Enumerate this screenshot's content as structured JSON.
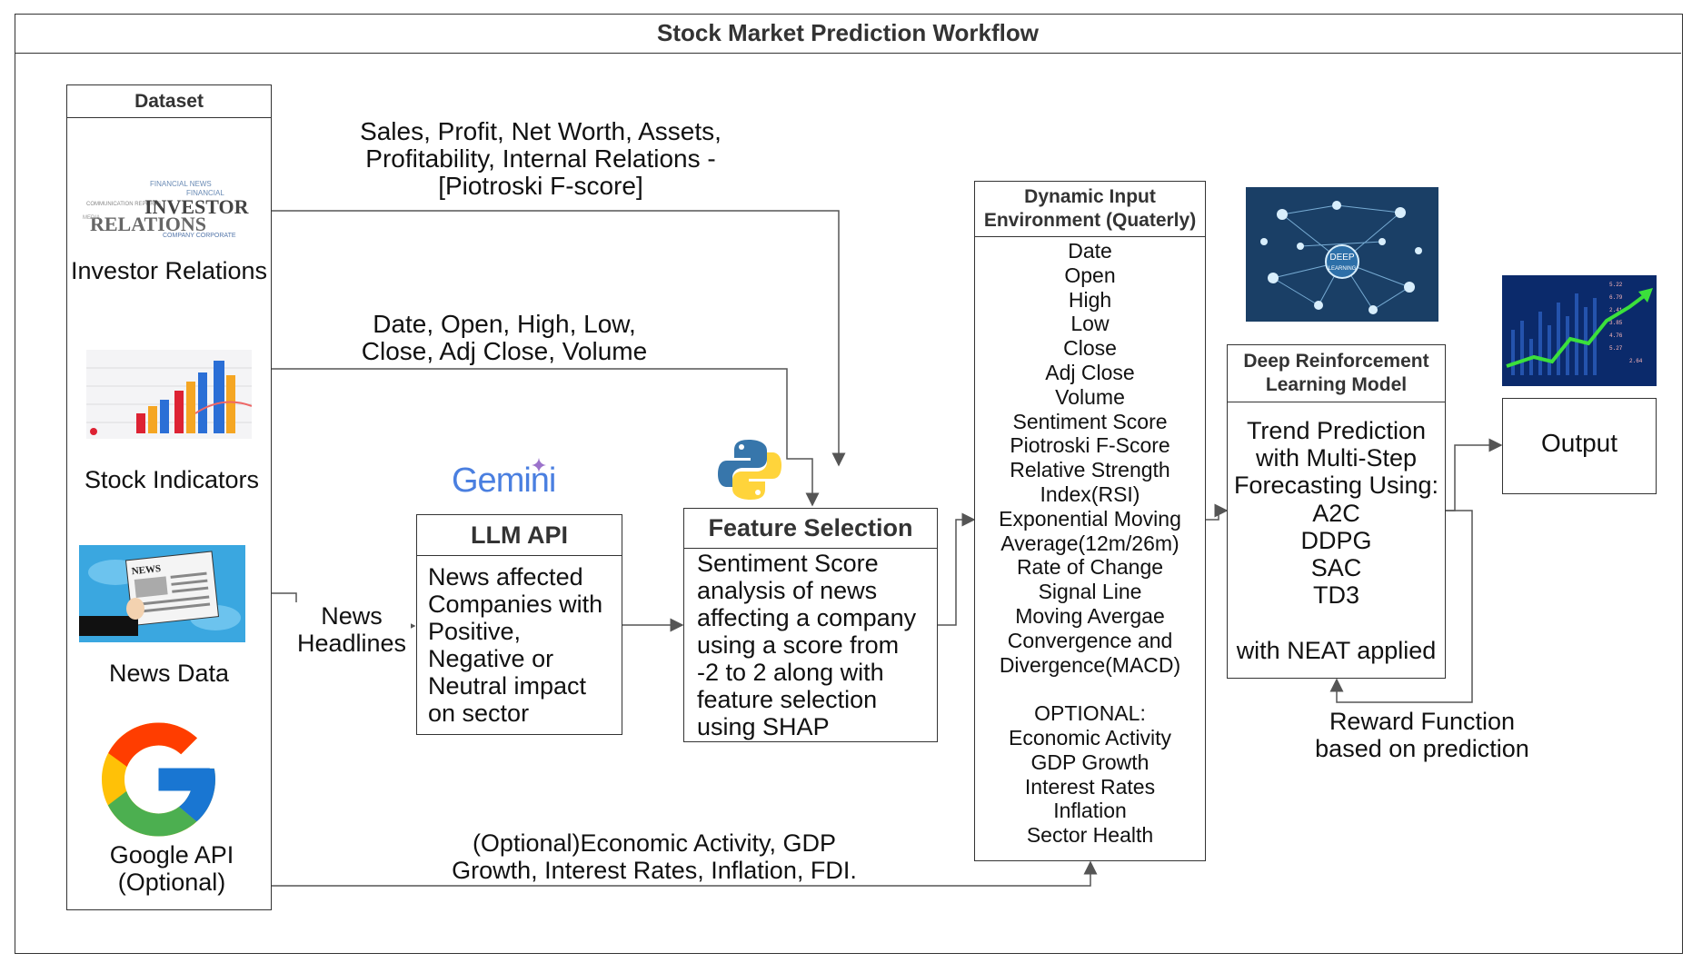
{
  "title": "Stock Market Prediction Workflow",
  "dataset": {
    "header": "Dataset",
    "items": [
      {
        "label": "Investor Relations",
        "logo_text": [
          "INVESTOR",
          "RELATIONS"
        ]
      },
      {
        "label": "Stock Indicators"
      },
      {
        "label": "News Data",
        "logo_text": "NEWS"
      },
      {
        "label": [
          "Google API",
          "(Optional)"
        ]
      }
    ]
  },
  "edges": {
    "investor_relations": [
      "Sales, Profit, Net Worth, Assets,",
      "Profitability, Internal Relations -",
      "[Piotroski F-score]"
    ],
    "stock_indicators": [
      "Date, Open, High, Low,",
      "Close, Adj Close, Volume"
    ],
    "news": [
      "News",
      "Headlines"
    ],
    "google": [
      "(Optional)Economic Activity, GDP",
      "Growth, Interest Rates, Inflation, FDI."
    ],
    "reward": [
      "Reward Function",
      "based on prediction"
    ]
  },
  "gemini": {
    "label": "Gemini"
  },
  "llm": {
    "header": "LLM API",
    "body": [
      "News affected",
      "Companies with",
      "Positive,",
      "Negative or",
      "Neutral impact",
      "on sector"
    ]
  },
  "feature_selection": {
    "header": "Feature Selection",
    "body": [
      "Sentiment Score",
      "analysis of news",
      "affecting a company",
      "using a score from",
      "-2 to 2 along with",
      "feature selection",
      "using SHAP"
    ]
  },
  "dynamic_env": {
    "header": [
      "Dynamic Input",
      "Environment (Quaterly)"
    ],
    "features": [
      "Date",
      "Open",
      "High",
      "Low",
      "Close",
      "Adj Close",
      "Volume",
      "Sentiment Score",
      "Piotroski F-Score",
      "Relative Strength",
      "Index(RSI)",
      "Exponential Moving",
      "Average(12m/26m)",
      "Rate of Change",
      "Signal Line",
      "Moving Avergae",
      "Convergence and",
      "Divergence(MACD)",
      "",
      "OPTIONAL:",
      "Economic Activity",
      "GDP Growth",
      "Interest Rates",
      "Inflation",
      "Sector Health"
    ]
  },
  "deep_learning_image": {
    "label": [
      "DEEP",
      "LEARNING"
    ]
  },
  "drl": {
    "header": [
      "Deep Reinforcement",
      "Learning Model"
    ],
    "body": [
      "Trend Prediction",
      "with Multi-Step",
      "Forecasting Using:",
      "A2C",
      "DDPG",
      "SAC",
      "TD3",
      "",
      "with NEAT applied"
    ]
  },
  "output": {
    "label": "Output"
  },
  "colors": {
    "border": "#333333",
    "arrow": "#555555",
    "python_blue": "#3776ab",
    "python_yellow": "#ffd43b",
    "gemini_blue": "#4a7fe0",
    "chart_bg": "#0b2a6b",
    "trend_green": "#3be03b"
  }
}
